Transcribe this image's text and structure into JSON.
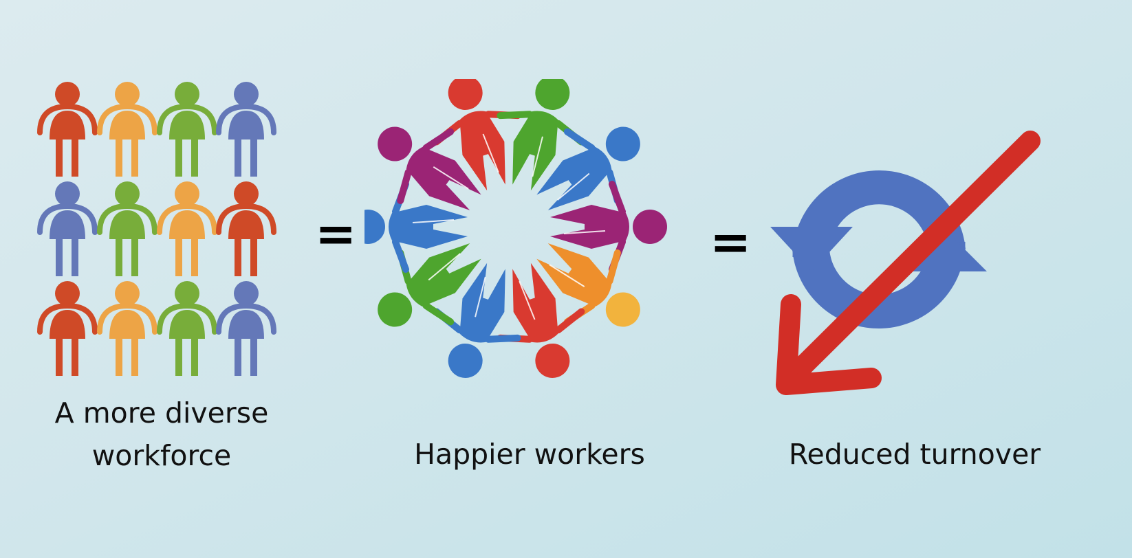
{
  "colors": {
    "red": "#cf4a27",
    "orange": "#eda446",
    "green": "#78ad3a",
    "blue": "#6478b8",
    "ring_red": "#d93a30",
    "ring_green": "#4ea52e",
    "ring_blue": "#3a78c8",
    "ring_purple": "#9b2475",
    "ring_orange": "#ee8f2c",
    "ring_yellow": "#f2b33d",
    "arrows_blue": "#5073c0",
    "cross_red": "#d22e26"
  },
  "workforce": {
    "icon": "people-grid-icon",
    "rows": [
      [
        "red",
        "orange",
        "green",
        "blue"
      ],
      [
        "blue",
        "green",
        "orange",
        "red"
      ],
      [
        "red",
        "orange",
        "green",
        "blue"
      ]
    ],
    "caption_line1": "A more diverse",
    "caption_line2": "workforce"
  },
  "equals_1": "=",
  "happy": {
    "icon": "people-circle-icon",
    "caption": "Happier workers"
  },
  "equals_2": "=",
  "turnover": {
    "icon": "refresh-arrows-icon",
    "overlay_icon": "down-left-arrow-icon",
    "caption": "Reduced turnover"
  }
}
